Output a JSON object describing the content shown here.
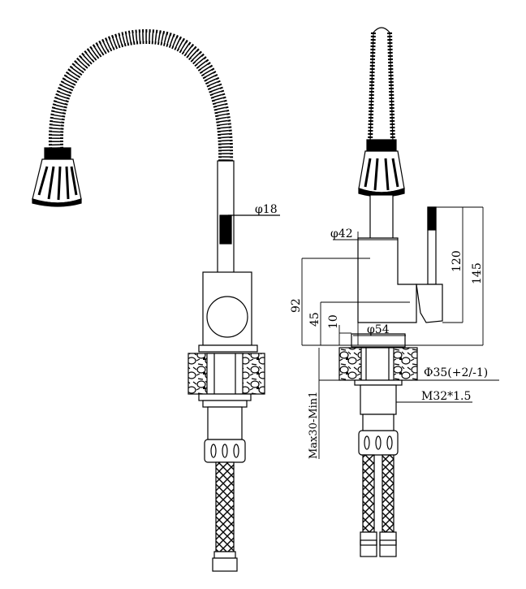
{
  "title": "Kitchen faucet with flexible spout - technical drawing",
  "dimensions": {
    "hose_diameter": "φ18",
    "body_diameter": "φ42",
    "body_height": "92",
    "spout_height": "45",
    "base_height": "10",
    "base_diameter": "φ54",
    "handle_length": "120",
    "overall_handle_height": "145",
    "hole_diameter": "Φ35(+2/-1)",
    "thread": "M32*1.5",
    "counter_thickness": "Max30-Min1"
  }
}
